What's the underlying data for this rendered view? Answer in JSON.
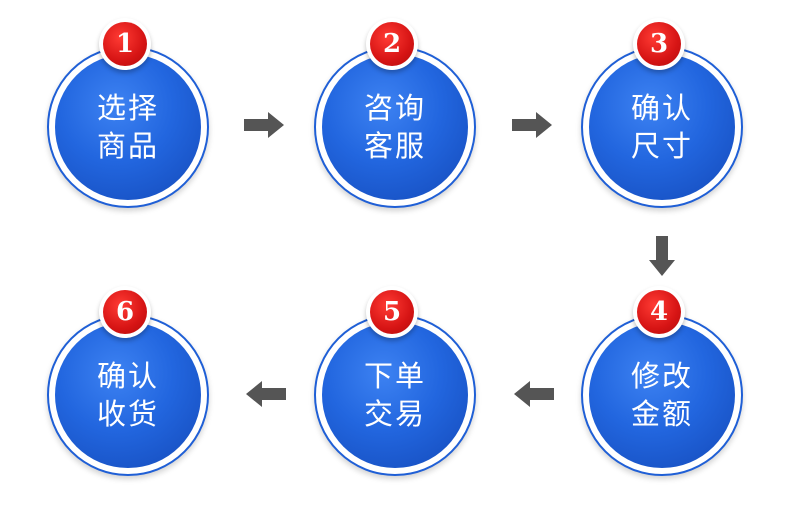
{
  "steps": [
    {
      "number": "1",
      "line1": "选择",
      "line2": "商品"
    },
    {
      "number": "2",
      "line1": "咨询",
      "line2": "客服"
    },
    {
      "number": "3",
      "line1": "确认",
      "line2": "尺寸"
    },
    {
      "number": "4",
      "line1": "修改",
      "line2": "金额"
    },
    {
      "number": "5",
      "line1": "下单",
      "line2": "交易"
    },
    {
      "number": "6",
      "line1": "确认",
      "line2": "收货"
    }
  ],
  "colors": {
    "circle_blue": "#2266df",
    "badge_red": "#d61414",
    "arrow_gray": "#555555"
  }
}
